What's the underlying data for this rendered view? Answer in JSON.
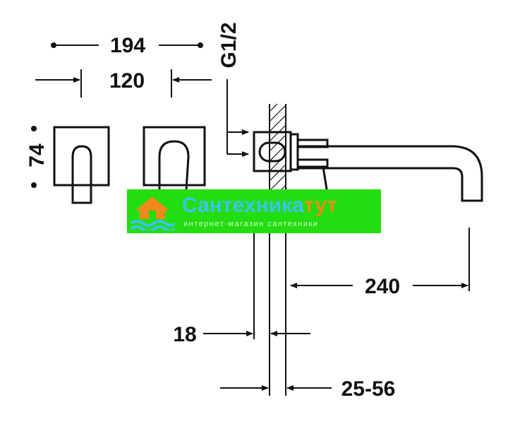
{
  "dimensions": {
    "overall_width": "194",
    "center_distance": "120",
    "height": "74",
    "connection": "G1/2",
    "spout_projection": "240",
    "plate_thickness": "18",
    "wall_depth": "25-56"
  },
  "watermark": {
    "title_part1": "Сантехника",
    "title_part2": "тут",
    "subtitle": "интернет-магазин сантехники",
    "colors": {
      "background": "#22dd0f",
      "title": "#3ec3f0",
      "accent": "#f08a1a"
    }
  }
}
